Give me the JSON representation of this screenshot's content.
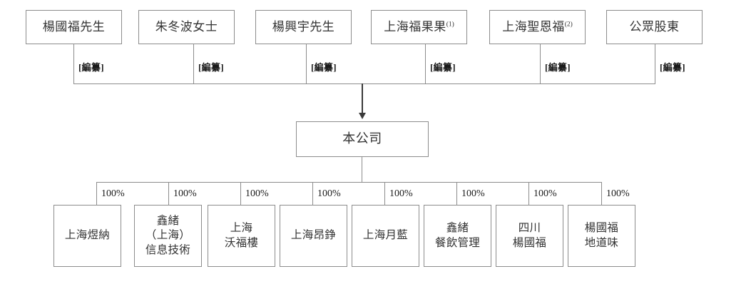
{
  "diagram": {
    "title": "",
    "edit_label": "[編纂]",
    "ownership_label": "100%",
    "line_color": "#8c8c8c",
    "text_color": "#333333",
    "arrow_color": "#3a3a3a",
    "shareholders": [
      {
        "name": "楊國福先生",
        "sup": "",
        "edit_label": "[編纂]"
      },
      {
        "name": "朱冬波女士",
        "sup": "",
        "edit_label": "[編纂]"
      },
      {
        "name": "楊興宇先生",
        "sup": "",
        "edit_label": "[編纂]"
      },
      {
        "name": "上海福果果",
        "sup": "(1)",
        "edit_label": "[編纂]"
      },
      {
        "name": "上海聖恩福",
        "sup": "(2)",
        "edit_label": "[編纂]"
      },
      {
        "name": "公眾股東",
        "sup": "",
        "edit_label": "[編纂]"
      }
    ],
    "company": {
      "name": "本公司"
    },
    "subsidiaries": [
      {
        "name": "上海煜納",
        "pct": "100%"
      },
      {
        "name": "鑫緒\n（上海）\n信息技術",
        "pct": "100%"
      },
      {
        "name": "上海\n沃福樓",
        "pct": "100%"
      },
      {
        "name": "上海昂錚",
        "pct": "100%"
      },
      {
        "name": "上海月藍",
        "pct": "100%"
      },
      {
        "name": "鑫緒\n餐飲管理",
        "pct": "100%"
      },
      {
        "name": "四川\n楊國福",
        "pct": "100%"
      },
      {
        "name": "楊國福\n地道味",
        "pct": "100%"
      }
    ]
  }
}
